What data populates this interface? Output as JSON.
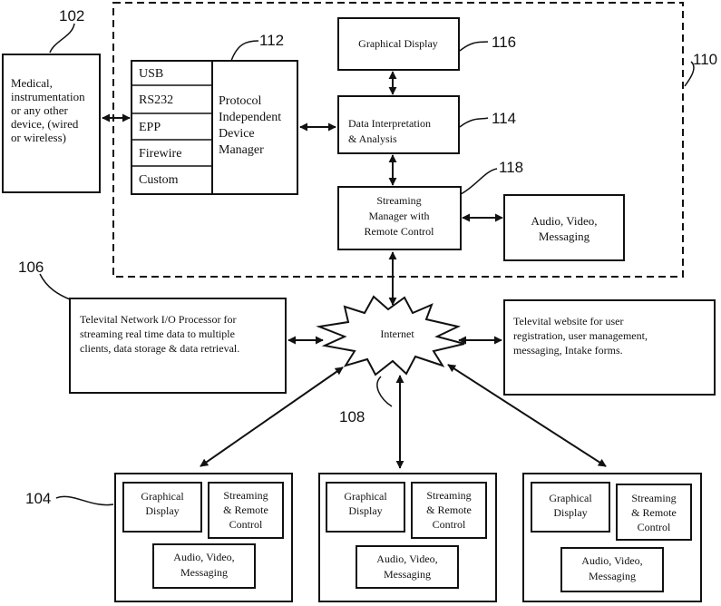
{
  "refs": {
    "r102": "102",
    "r104": "104",
    "r106": "106",
    "r108": "108",
    "r110": "110",
    "r112": "112",
    "r114": "114",
    "r116": "116",
    "r118": "118"
  },
  "device": {
    "lines": [
      "Medical,",
      "instrumentation",
      "or any other",
      "device, (wired",
      "or wireless)"
    ]
  },
  "protocols": {
    "items": [
      "USB",
      "RS232",
      "EPP",
      "Firewire",
      "Custom"
    ],
    "manager_lines": [
      "Protocol",
      "Independent",
      "Device",
      "Manager"
    ]
  },
  "graphical_display": "Graphical Display",
  "data_interpretation": [
    "Data Interpretation",
    "& Analysis"
  ],
  "streaming_manager": [
    "Streaming",
    "Manager with",
    "Remote Control"
  ],
  "audio_video": [
    "Audio, Video,",
    "Messaging"
  ],
  "network_processor": [
    "Televital Network I/O Processor for",
    "streaming real time data to multiple",
    "clients, data storage & data retrieval."
  ],
  "internet": "Internet",
  "website": [
    "Televital website for user",
    "registration, user management,",
    "messaging, Intake forms."
  ],
  "client": {
    "graphical": [
      "Graphical",
      "Display"
    ],
    "streaming": [
      "Streaming",
      "& Remote",
      "Control"
    ],
    "av": [
      "Audio,  Video,",
      "Messaging"
    ]
  }
}
